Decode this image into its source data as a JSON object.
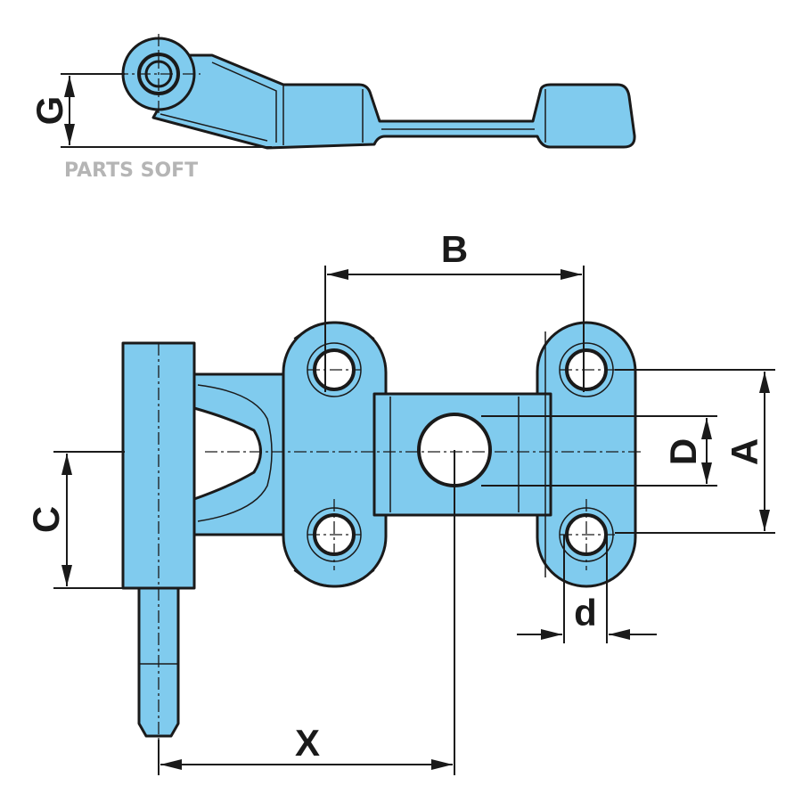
{
  "watermark": "PARTS SOFT",
  "labels": {
    "G": "G",
    "B": "B",
    "A": "A",
    "D": "D",
    "C": "C",
    "d": "d",
    "X": "X"
  },
  "colors": {
    "part": "#80cbee",
    "line": "#1a1a1a",
    "watermark": "#b5b5b5"
  }
}
